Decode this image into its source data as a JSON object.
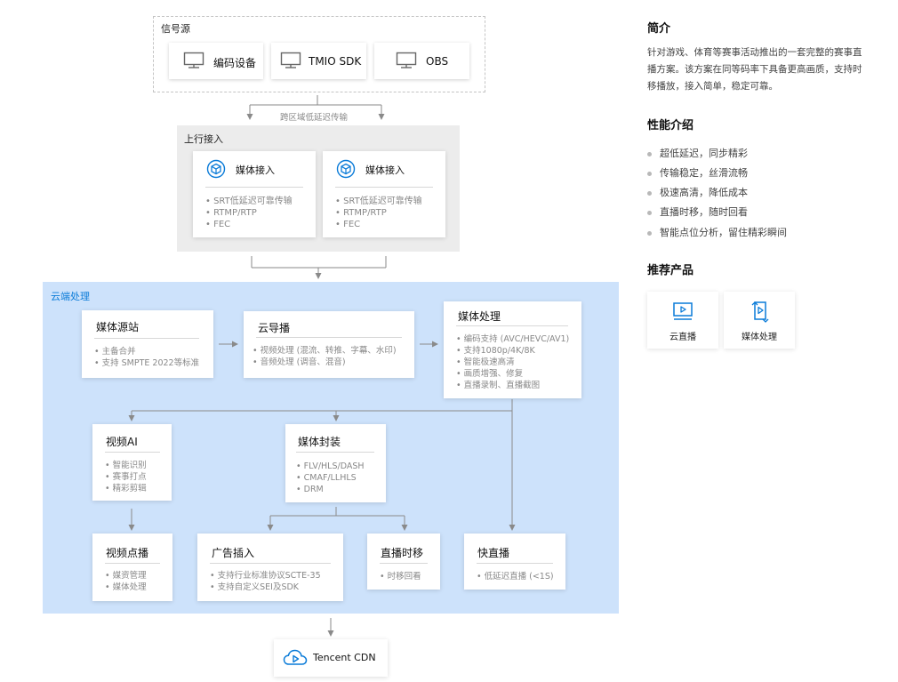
{
  "signal_source": {
    "label": "信号源",
    "items": [
      {
        "label": "编码设备",
        "icon": "monitor-icon"
      },
      {
        "label": "TMIO SDK",
        "icon": "monitor-icon"
      },
      {
        "label": "OBS",
        "icon": "monitor-icon"
      }
    ]
  },
  "cross_region_label": "跨区域低延迟传输",
  "upstream": {
    "label": "上行接入",
    "cards": [
      {
        "title": "媒体接入",
        "items": [
          "SRT低延迟可靠传输",
          "RTMP/RTP",
          "FEC"
        ]
      },
      {
        "title": "媒体接入",
        "items": [
          "SRT低延迟可靠传输",
          "RTMP/RTP",
          "FEC"
        ]
      }
    ]
  },
  "cloud": {
    "label": "云端处理",
    "media_source": {
      "title": "媒体源站",
      "items": [
        "主备合并",
        "支持 SMPTE 2022等标准"
      ]
    },
    "cloud_director": {
      "title": "云导播",
      "items": [
        "视频处理 (混流、转推、字幕、水印)",
        "音频处理 (调音、混音)"
      ]
    },
    "media_processing": {
      "title": "媒体处理",
      "items": [
        "编码支持 (AVC/HEVC/AV1)",
        "支持1080p/4K/8K",
        "智能极速高清",
        "画质增强、修复",
        "直播录制、直播截图"
      ]
    },
    "video_ai": {
      "title": "视频AI",
      "items": [
        "智能识别",
        "赛事打点",
        "精彩剪辑"
      ]
    },
    "media_packaging": {
      "title": "媒体封装",
      "items": [
        "FLV/HLS/DASH",
        "CMAF/LLHLS",
        "DRM"
      ]
    },
    "vod": {
      "title": "视频点播",
      "items": [
        "媒资管理",
        "媒体处理"
      ]
    },
    "ad_insertion": {
      "title": "广告插入",
      "items": [
        "支持行业标准协议SCTE-35",
        "支持自定义SEI及SDK"
      ]
    },
    "live_timeshift": {
      "title": "直播时移",
      "items": [
        "时移回看"
      ]
    },
    "fast_live": {
      "title": "快直播",
      "items": [
        "低延迟直播 (<1S)"
      ]
    }
  },
  "cdn": {
    "label": "Tencent CDN"
  },
  "sidebar": {
    "intro_title": "简介",
    "intro_text_lines": [
      "针对游戏、体育等赛事活动推出的一套完整的赛事直",
      "播方案。该方案在同等码率下具备更高画质，支持时",
      "移播放，接入简单，稳定可靠。"
    ],
    "perf_title": "性能介绍",
    "perf_items": [
      "超低延迟，同步精彩",
      "传输稳定，丝滑流畅",
      "极速高清，降低成本",
      "直播时移，随时回看",
      "智能点位分析，留住精彩瞬间"
    ],
    "products_title": "推荐产品",
    "products": [
      {
        "label": "云直播",
        "icon": "cloud-live-icon"
      },
      {
        "label": "媒体处理",
        "icon": "media-processing-icon"
      }
    ]
  },
  "colors": {
    "accent": "#0a7bd8",
    "cloud_bg": "#cde2fb",
    "upstream_bg": "#ececec",
    "line": "#8a8a8a"
  }
}
